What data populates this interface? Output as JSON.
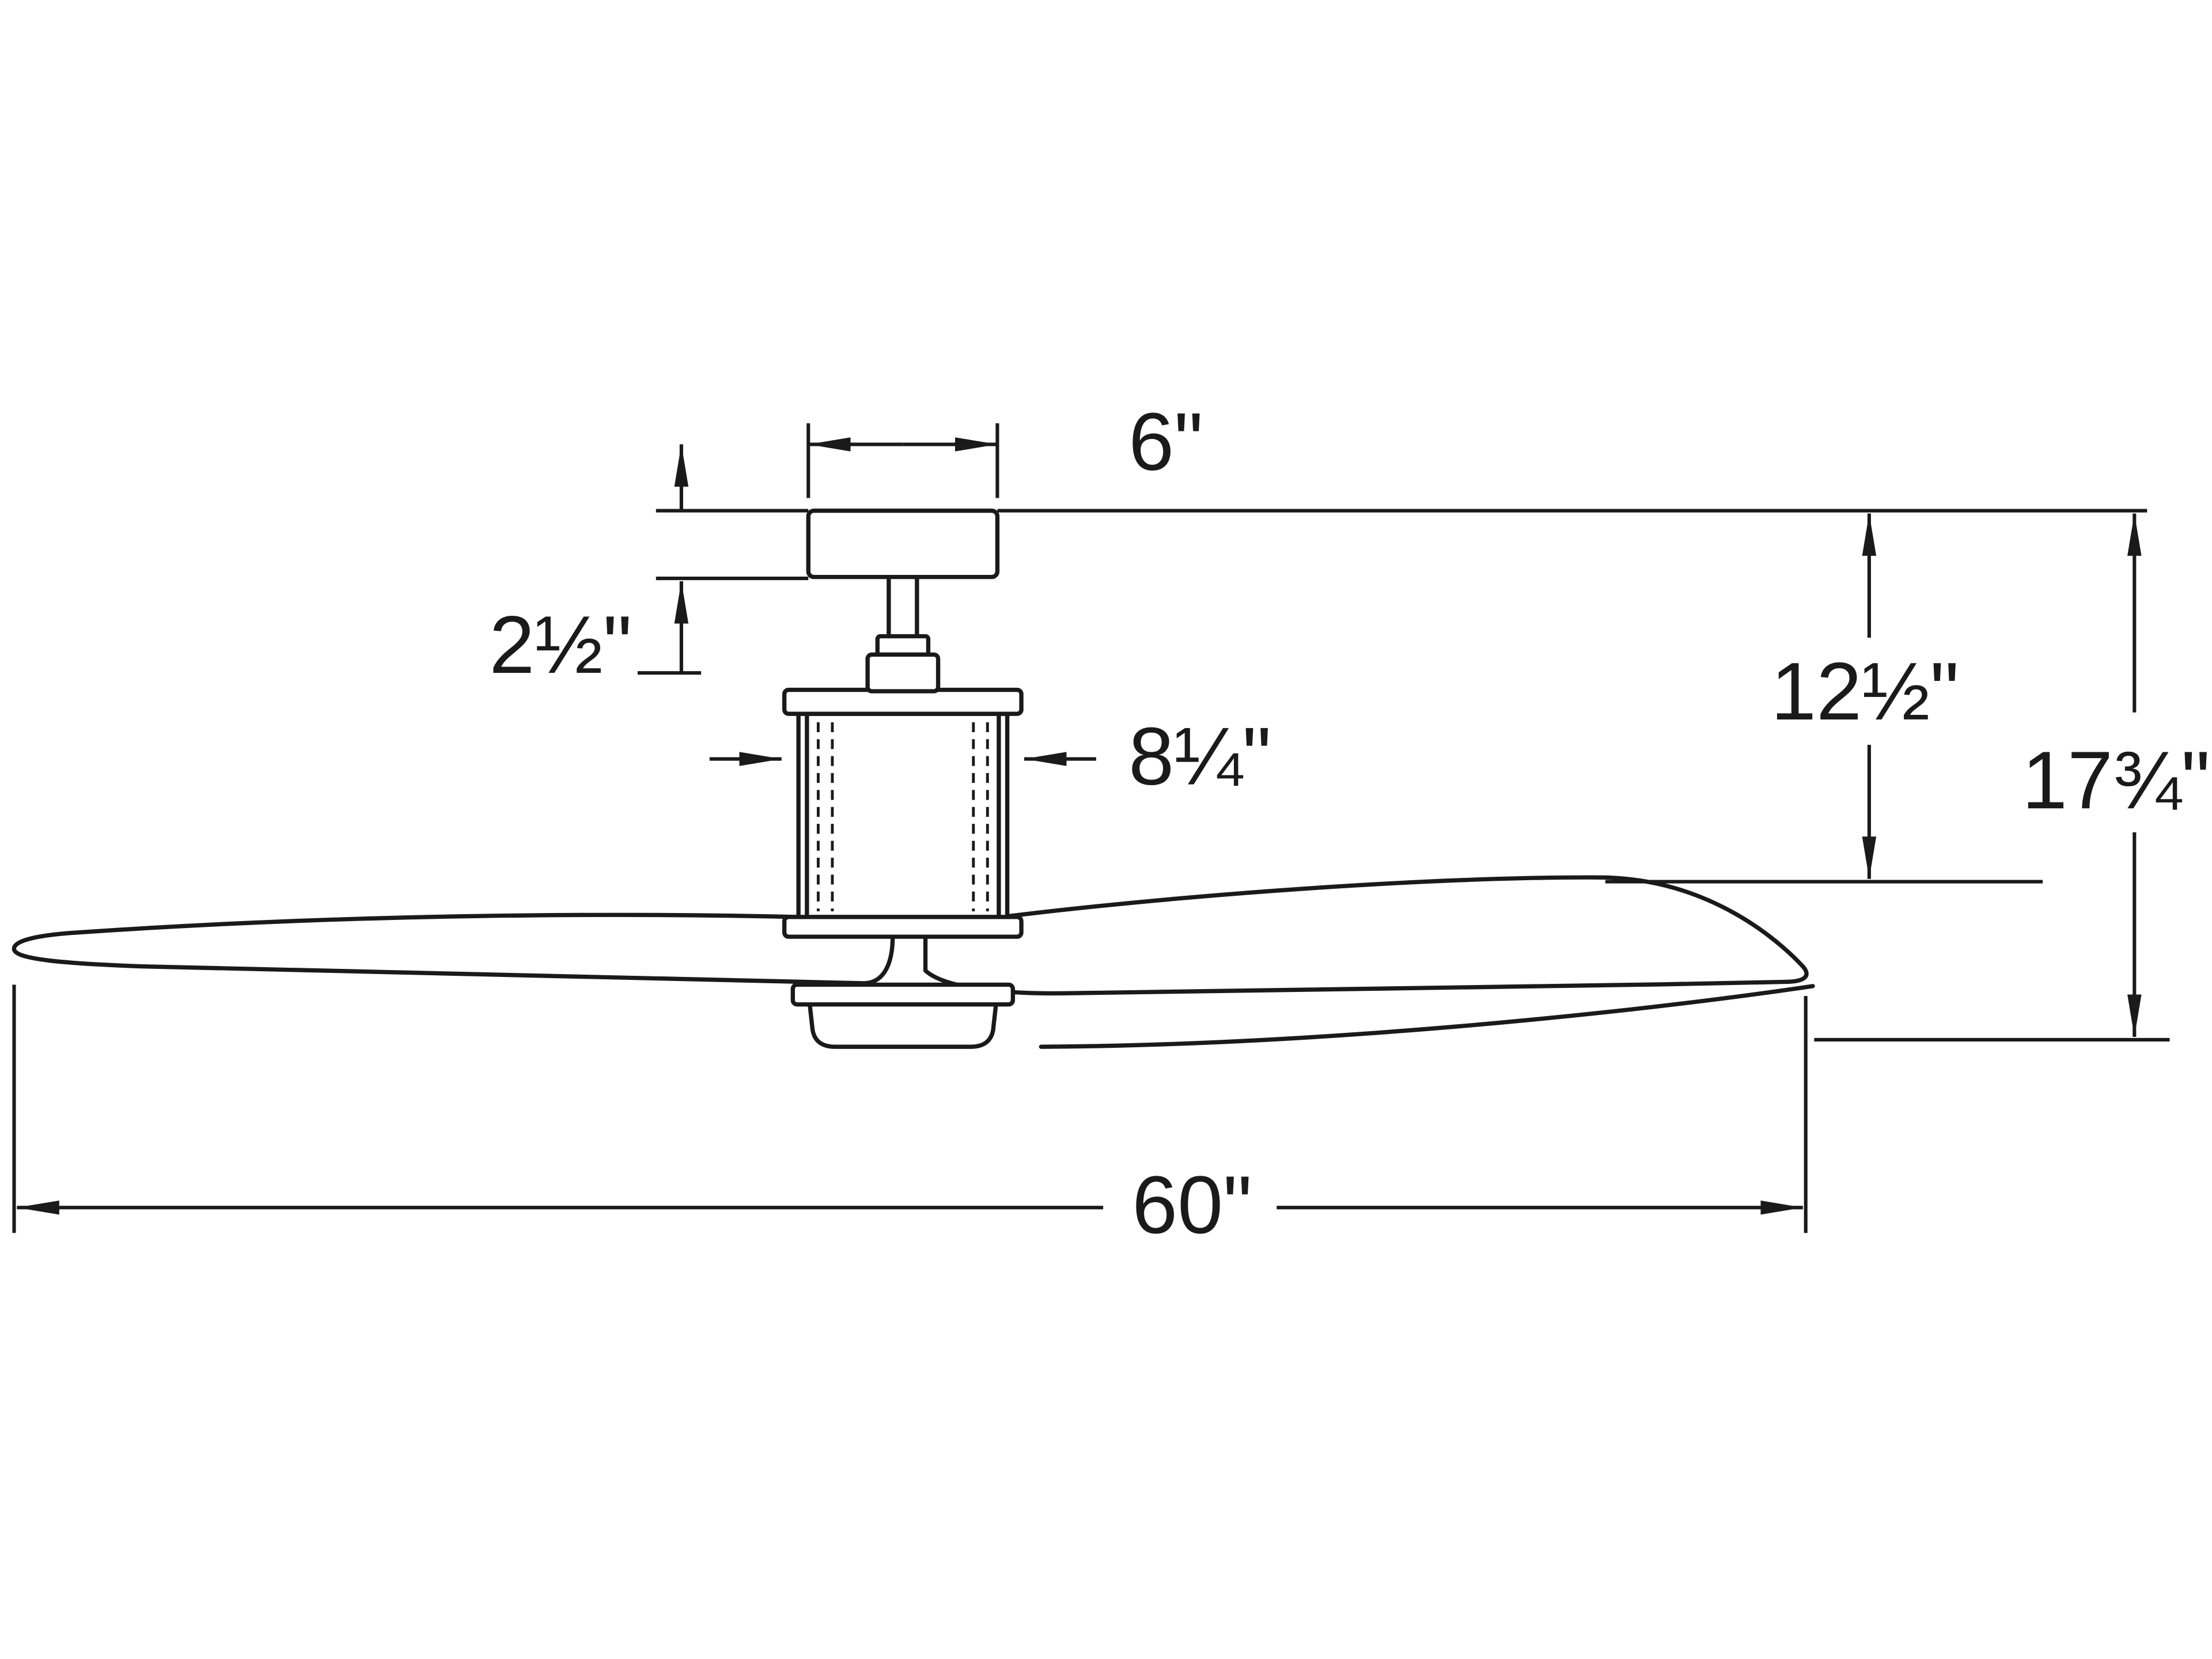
{
  "page": {
    "background": "#ffffff",
    "line_color": "#1a1a1a",
    "kind": "ceiling-fan-dimension-drawing"
  },
  "diagram": {
    "labels": {
      "canopy_width": "6\"",
      "canopy_height": "2½\"",
      "motor_width": "8¼\"",
      "ceiling_to_blades": "12½\"",
      "overall_height": "17¾\"",
      "blade_sweep": "60\""
    }
  }
}
